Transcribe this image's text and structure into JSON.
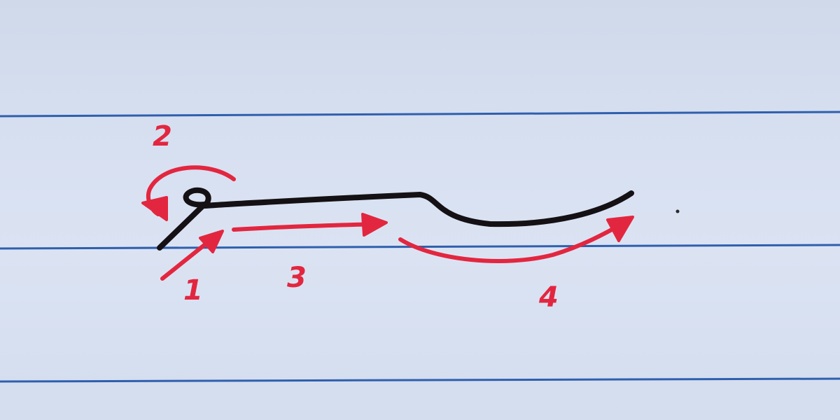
{
  "paper": {
    "background_color": "#d6dff0",
    "rule_line_color": "#2f5fae"
  },
  "ink": {
    "stroke_color": "#141014",
    "annotation_color": "#e3263f"
  },
  "steps": [
    {
      "number": "1"
    },
    {
      "number": "2"
    },
    {
      "number": "3"
    },
    {
      "number": "4"
    }
  ]
}
